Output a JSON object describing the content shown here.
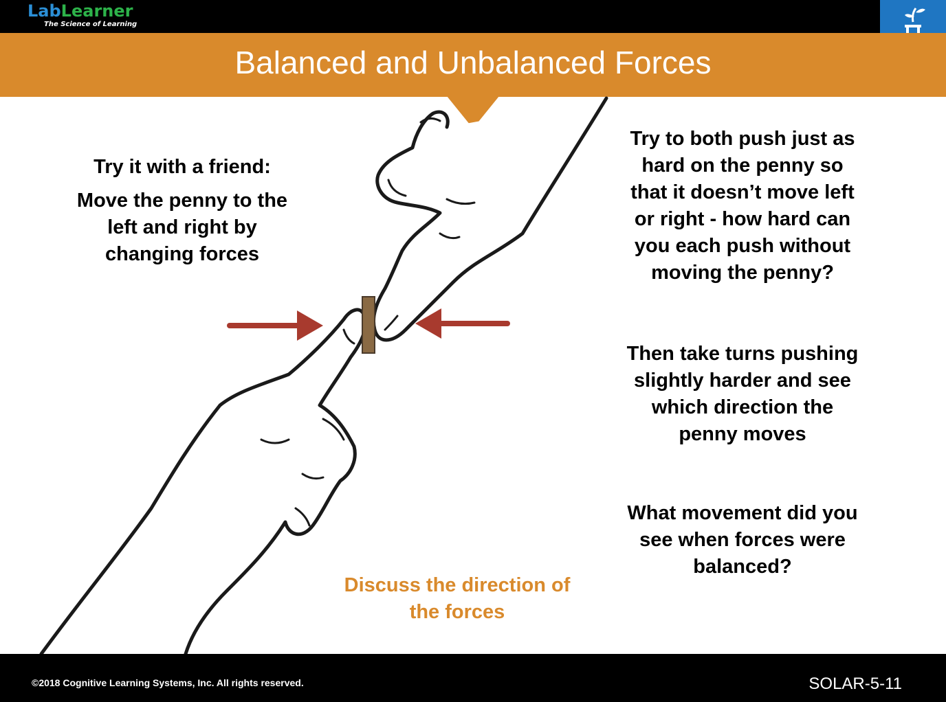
{
  "header": {
    "logo_lab": "Lab",
    "logo_learner": "Learner",
    "logo_tagline": "The Science of Learning",
    "title": "Balanced and Unbalanced Forces",
    "badge_icon": "flask-icon"
  },
  "left_text": {
    "heading": "Try it with a friend:",
    "body": [
      "Move the penny to the",
      "left and right by",
      "changing forces"
    ]
  },
  "right_text": {
    "block1": [
      "Try to both push just as",
      "hard on the penny so",
      "that it doesn’t move left",
      "or right - how hard can",
      "you each push without",
      "moving the penny?"
    ],
    "block2": [
      "Then take turns pushing",
      "slightly harder and see",
      "which direction the",
      "penny moves"
    ],
    "block3": [
      "What movement did you",
      "see when forces were",
      "balanced?"
    ]
  },
  "callout": [
    "Discuss the direction of",
    "the forces"
  ],
  "illustration": {
    "icons": [
      "hand-icon",
      "penny-icon",
      "arrow-right-icon",
      "arrow-left-icon"
    ],
    "arrow_color": "#a83a2e",
    "penny_color": "#8a6a44"
  },
  "footer": {
    "copyright": "©2018 Cognitive Learning Systems, Inc.  All rights reserved.",
    "code": "SOLAR-5-11"
  },
  "colors": {
    "accent_orange": "#d98a2c",
    "badge_blue": "#1f76c2",
    "bar_black": "#000000"
  }
}
